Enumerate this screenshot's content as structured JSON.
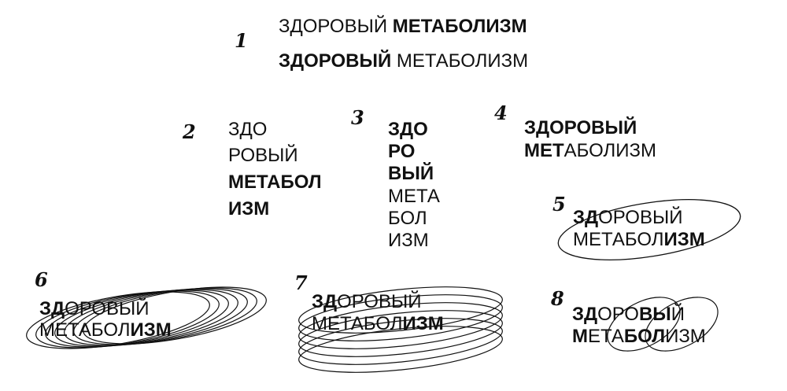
{
  "canvas": {
    "background": "#ffffff",
    "ink": "#111111"
  },
  "numbers": [
    "1",
    "2",
    "3",
    "4",
    "5",
    "6",
    "7",
    "8"
  ],
  "v1": {
    "line1_light": "ЗДОРОВЫЙ ",
    "line1_bold": "МЕТАБОЛИЗМ",
    "line2_bold": "ЗДОРОВЫЙ ",
    "line2_light": "МЕТАБОЛИЗМ"
  },
  "v2": {
    "l1": "ЗДО",
    "l2": "РОВЫЙ",
    "l3": "МЕТАБОЛ",
    "l4": "ИЗМ"
  },
  "v3": {
    "l1": "ЗДО",
    "l2": "РО",
    "l3": "ВЫЙ",
    "l4": "МЕТА",
    "l5": "БОЛ",
    "l6": "ИЗМ"
  },
  "v4": {
    "l1": "ЗДОРОВЫЙ",
    "l2_bold": "МЕТ",
    "l2_light": "АБОЛИЗМ"
  },
  "v5": {
    "a_bold": "ЗД",
    "a_light": "ОРОВЫЙ",
    "b_light": "МЕТАБОЛ",
    "b_bold": "ИЗМ"
  },
  "v6": {
    "a_bold": "ЗД",
    "a_light": "ОРОВЫЙ",
    "b_light": "МЕТАБОЛ",
    "b_bold": "ИЗМ"
  },
  "v7": {
    "a_bold": "ЗД",
    "a_light": "ОРОВЫЙ",
    "b_light": "МЕТАБОЛ",
    "b_bold": "ИЗМ"
  },
  "v8": {
    "a1": "ЗД",
    "a2": "ОРО",
    "a3": "ВЫ",
    "a4": "Й",
    "b1": "М",
    "b2": "ЕТА",
    "b3": "БОЛ",
    "b4": "ИЗМ"
  }
}
